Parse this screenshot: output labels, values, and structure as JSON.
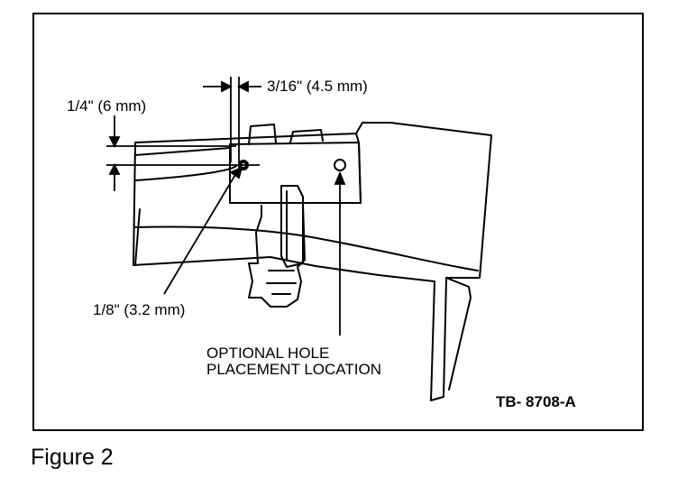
{
  "dimensions": {
    "width_offset": "3/16\" (4.5 mm)",
    "height_offset": "1/4\" (6 mm)",
    "hole_diameter": "1/8\" (3.2 mm)"
  },
  "callout": {
    "line1": "OPTIONAL HOLE",
    "line2": "PLACEMENT LOCATION"
  },
  "reference": "TB- 8708-A",
  "caption": "Figure 2",
  "colors": {
    "ink": "#000000",
    "paper": "#ffffff"
  }
}
